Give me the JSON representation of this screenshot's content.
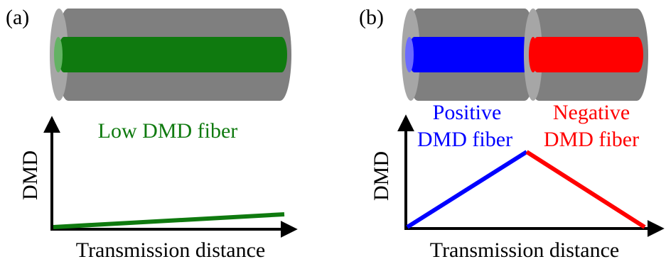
{
  "panels": [
    {
      "id": "a",
      "label": "(a)",
      "fiber_annotation": "Low DMD fiber",
      "y_axis_label": "DMD",
      "x_axis_label": "Transmission distance"
    },
    {
      "id": "b",
      "label": "(b)",
      "positive_annotation_line1": "Positive",
      "positive_annotation_line2": "DMD fiber",
      "negative_annotation_line1": "Negative",
      "negative_annotation_line2": "DMD fiber",
      "y_axis_label": "DMD",
      "x_axis_label": "Transmission distance"
    }
  ],
  "colors": {
    "cladding": "#7f7f7f",
    "cladding_end": "#a6a6a6",
    "low_dmd_core": "#0f7a0f",
    "low_dmd_core_end": "#63b263",
    "positive_dmd_core": "#0000ff",
    "positive_dmd_core_end": "#6a6aff",
    "negative_dmd_core": "#ff0000",
    "negative_dmd_core_end": "#ff0000",
    "axis": "#000000"
  }
}
